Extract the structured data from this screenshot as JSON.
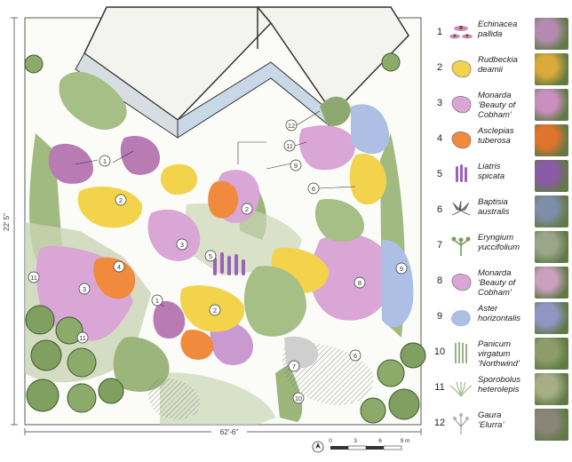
{
  "dimensions": {
    "height": "22' 5\"",
    "width": "62'-6\""
  },
  "scale": {
    "ticks": [
      "0",
      "3",
      "6",
      "9 m"
    ]
  },
  "legend": [
    {
      "num": "1",
      "name": "Echinacea pallida",
      "icon": "coneflower-icon",
      "color": "#c48fc2",
      "photo": "#b58ab0"
    },
    {
      "num": "2",
      "name": "Rudbeckia deamii",
      "icon": "yellow-blob-icon",
      "color": "#f2d34b",
      "photo": "#d9a93a"
    },
    {
      "num": "3",
      "name": "Monarda ‘Beauty of Cobham’",
      "icon": "pink-blob-icon",
      "color": "#d9a6d6",
      "photo": "#c98fbf"
    },
    {
      "num": "4",
      "name": "Asclepias tuberosa",
      "icon": "orange-blob-icon",
      "color": "#f08a3c",
      "photo": "#e0742c"
    },
    {
      "num": "5",
      "name": "Liatris spicata",
      "icon": "liatris-icon",
      "color": "#9b62b8",
      "photo": "#8b5aa6"
    },
    {
      "num": "6",
      "name": "Baptisia australis",
      "icon": "baptisia-icon",
      "color": "#6f7d6a",
      "photo": "#7f8ea8"
    },
    {
      "num": "7",
      "name": "Eryngium yuccifolium",
      "icon": "eryngium-icon",
      "color": "#7f9a5e",
      "photo": "#9aa58a"
    },
    {
      "num": "8",
      "name": "Monarda ‘Beauty of Cobham’",
      "icon": "pink-blob-icon",
      "color": "#d9a6d6",
      "photo": "#c9a0bd"
    },
    {
      "num": "9",
      "name": "Aster horizontalis",
      "icon": "aster-icon",
      "color": "#aebfe6",
      "photo": "#8f96c4"
    },
    {
      "num": "10",
      "name": "Panicum virgatum ‘Northwind’",
      "icon": "grass-icon",
      "color": "#6f8f58",
      "photo": "#8e9c6c"
    },
    {
      "num": "11",
      "name": "Sporobolus heterolepis",
      "icon": "sporobolus-icon",
      "color": "#a8b890",
      "photo": "#a7ad84"
    },
    {
      "num": "12",
      "name": "Gaura ‘Elurra’",
      "icon": "gaura-icon",
      "color": "#c6a8c6",
      "photo": "#8b8578"
    }
  ],
  "callouts": [
    "1",
    "2",
    "3",
    "4",
    "5",
    "6",
    "7",
    "8",
    "9",
    "10",
    "11",
    "12"
  ]
}
